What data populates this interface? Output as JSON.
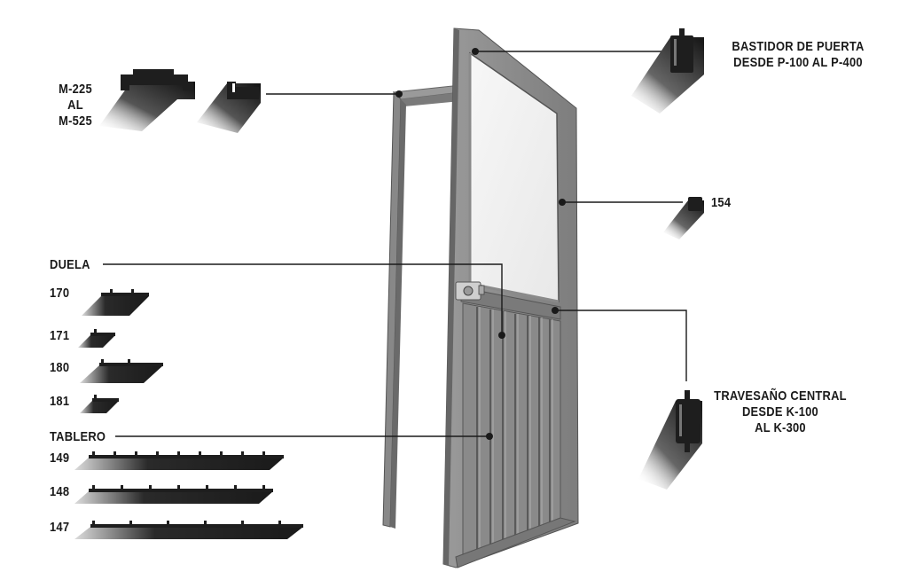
{
  "labels": {
    "m225_line1": "M-225",
    "m225_line2": "AL",
    "m225_line3": "M-525",
    "bastidor_line1": "BASTIDOR DE PUERTA",
    "bastidor_line2": "DESDE P-100 AL P-400",
    "p154": "154",
    "duela": "DUELA",
    "d170": "170",
    "d171": "171",
    "d180": "180",
    "d181": "181",
    "tablero": "TABLERO",
    "t149": "149",
    "t148": "148",
    "t147": "147",
    "travesano_line1": "TRAVESAÑO CENTRAL",
    "travesano_line2": "DESDE K-100",
    "travesano_line3": "AL K-300"
  },
  "colors": {
    "frame": "#8c8c8c",
    "frame_dark": "#6e6e6e",
    "frame_light": "#b4b4b4",
    "glass": "#f2f2f2",
    "profile": "#1e1e1e",
    "leader": "#1a1a1a",
    "text": "#1a1a1a"
  },
  "icons": [
    "door-frame-profile",
    "door-stile-profile",
    "mullion-profile-154",
    "slat-profile",
    "panel-profile",
    "center-rail-profile",
    "door-lock"
  ]
}
